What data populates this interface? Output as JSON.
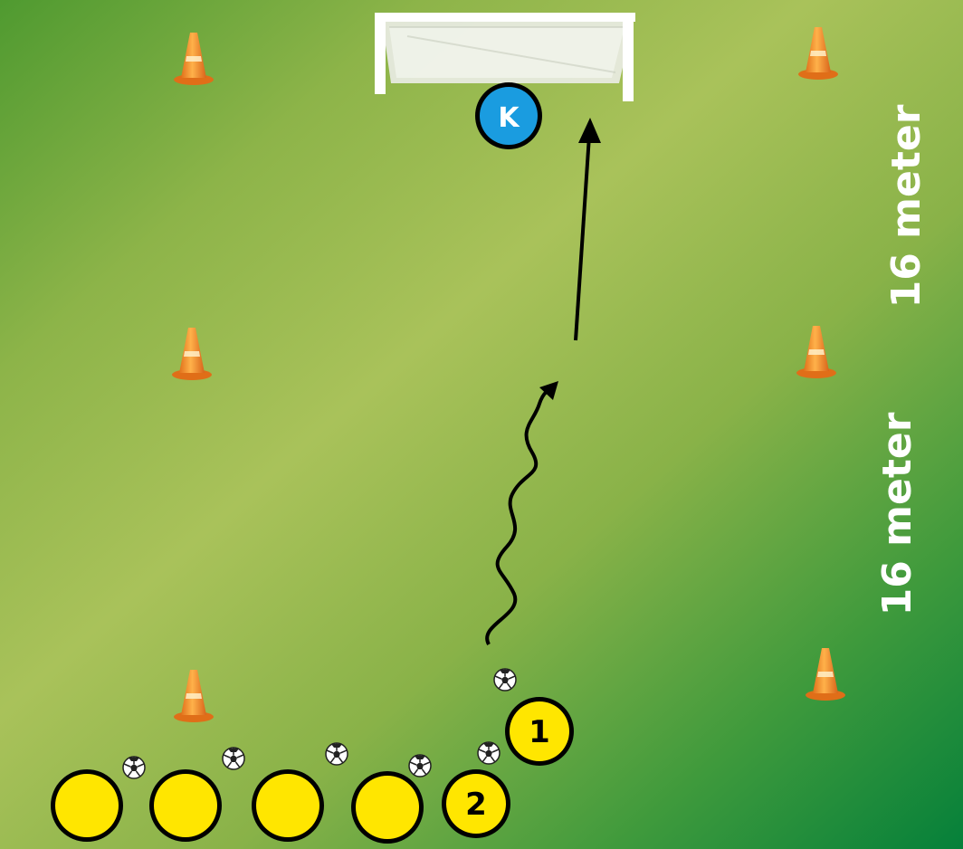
{
  "diagram": {
    "dimensions": {
      "upper_label": "16 meter",
      "lower_label": "16 meter"
    },
    "keeper": {
      "label": "K"
    },
    "players": [
      {
        "label": "1"
      },
      {
        "label": "2"
      }
    ],
    "colors": {
      "field_light": "#a8c25a",
      "field_dark": "#0a8a3a",
      "cone": "#f08a1e",
      "player": "#ffe600",
      "keeper": "#1a9ce0"
    }
  }
}
